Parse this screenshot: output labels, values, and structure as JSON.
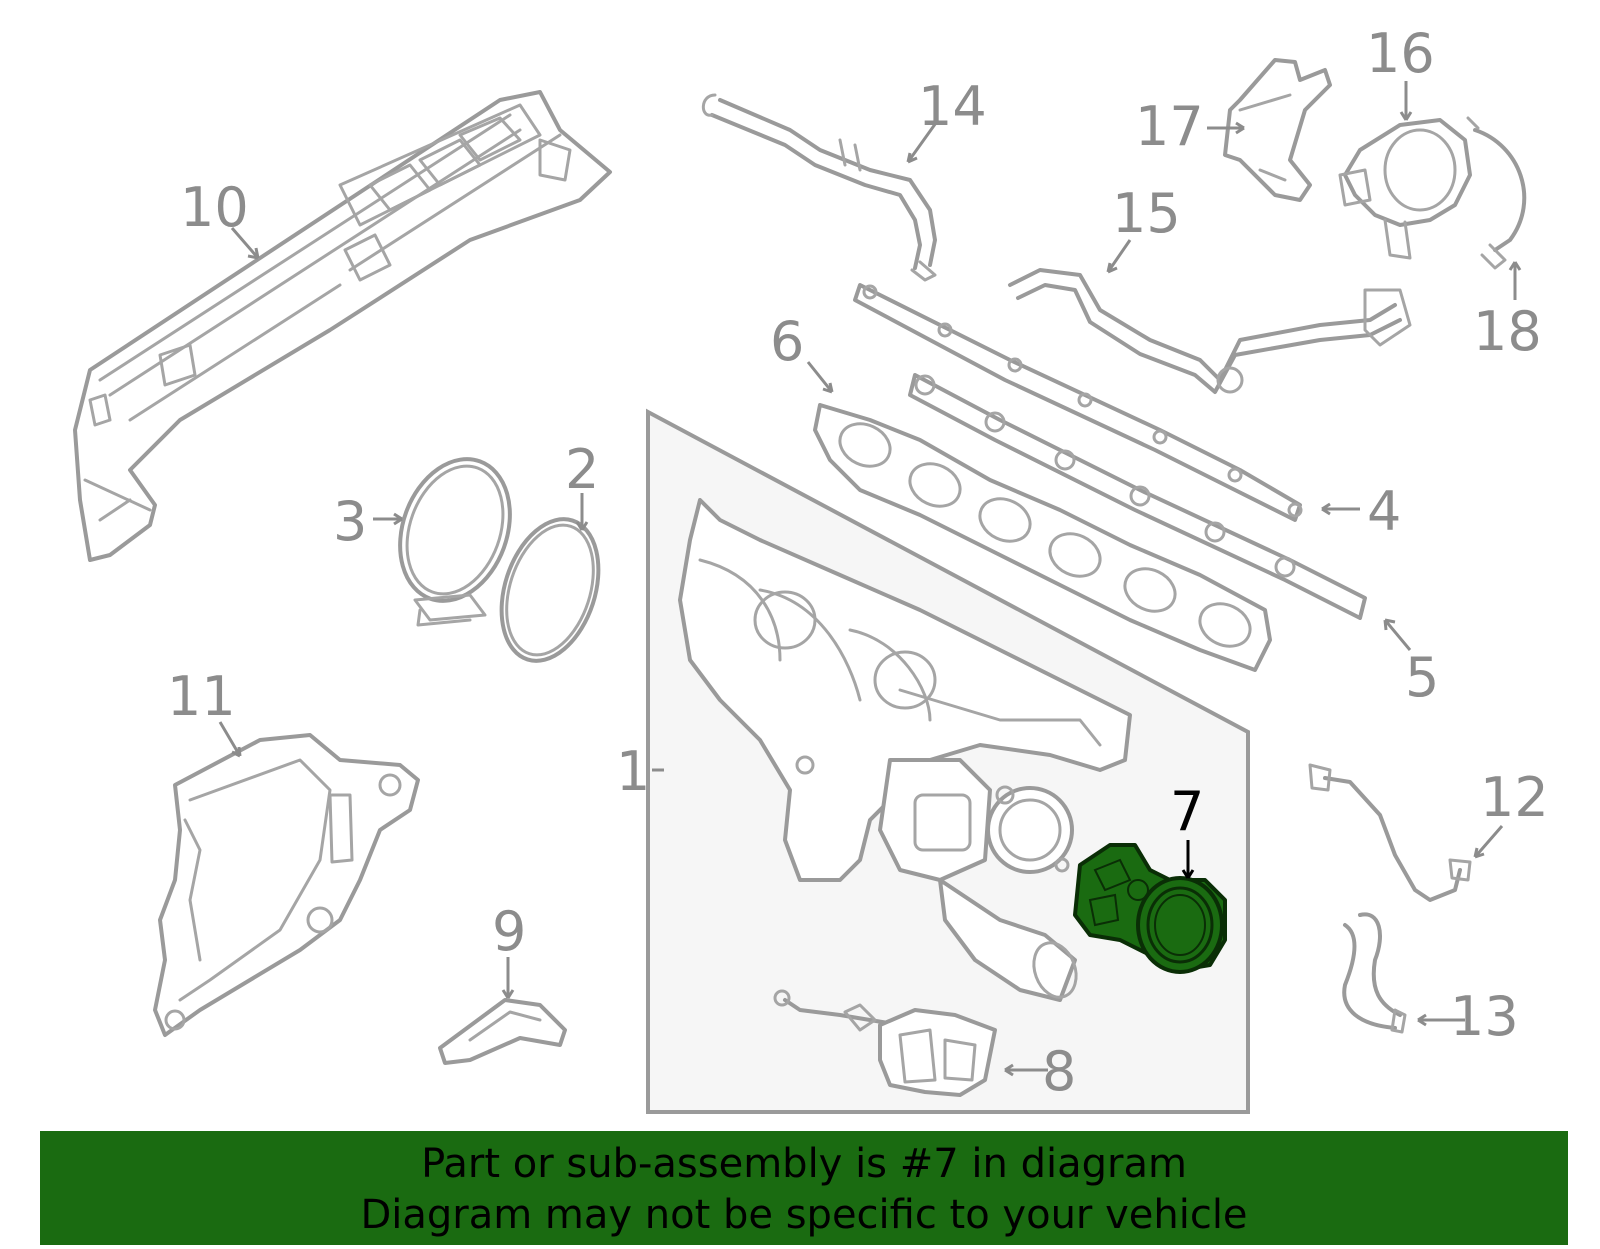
{
  "callouts": {
    "c1": "1",
    "c2": "2",
    "c3": "3",
    "c4": "4",
    "c5": "5",
    "c6": "6",
    "c7": "7",
    "c8": "8",
    "c9": "9",
    "c10": "10",
    "c11": "11",
    "c12": "12",
    "c13": "13",
    "c14": "14",
    "c15": "15",
    "c16": "16",
    "c17": "17",
    "c18": "18"
  },
  "highlight": {
    "callout": "7",
    "color": "#1a6b11",
    "outline": "#0a2e06"
  },
  "colors": {
    "lineart": "#9a9a9a",
    "callout_text": "#8c8c8c",
    "assembly_box": "#f6f6f6",
    "banner_bg": "#1a6b11"
  },
  "banner": {
    "line1": "Part or sub-assembly is #7 in diagram",
    "line2": "Diagram may not be specific to your vehicle"
  }
}
